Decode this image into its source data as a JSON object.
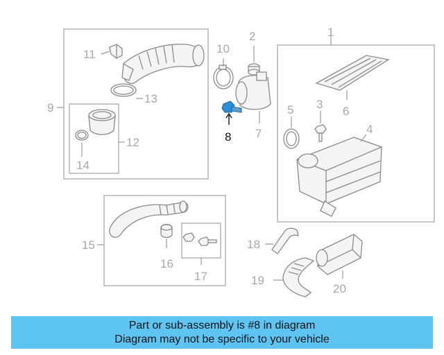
{
  "callouts": {
    "c1": "1",
    "c2": "2",
    "c3": "3",
    "c4": "4",
    "c5": "5",
    "c6": "6",
    "c7": "7",
    "c8": "8",
    "c9": "9",
    "c10": "10",
    "c11": "11",
    "c12": "12",
    "c13": "13",
    "c14": "14",
    "c15": "15",
    "c16": "16",
    "c17": "17",
    "c18": "18",
    "c19": "19",
    "c20": "20"
  },
  "highlight_color": "#2a8fd8",
  "banner": {
    "line1": "Part or sub-assembly is #8 in diagram",
    "line2": "Diagram may not be specific to your vehicle",
    "color": "#5ec4f2"
  }
}
